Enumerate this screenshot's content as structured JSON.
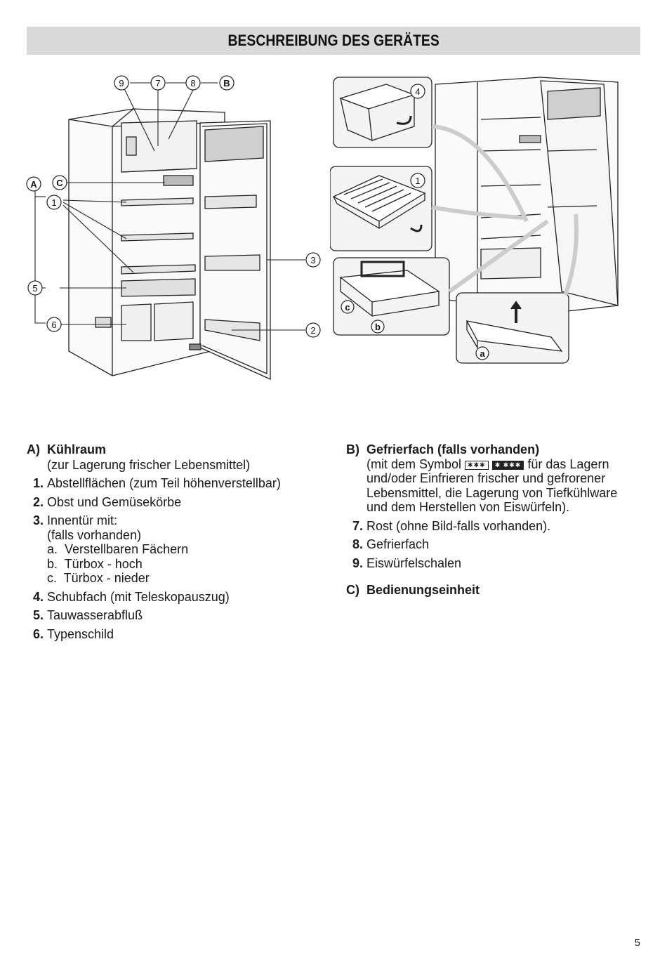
{
  "title": "BESCHREIBUNG DES GERÄTES",
  "callouts_left": {
    "n9": "9",
    "n7": "7",
    "n8": "8",
    "B": "B",
    "A": "A",
    "C": "C",
    "n1": "1",
    "n3": "3",
    "n5": "5",
    "n2": "2",
    "n6": "6"
  },
  "callouts_right": {
    "n4": "4",
    "n1": "1",
    "c": "c",
    "b": "b",
    "a": "a"
  },
  "section_a": {
    "label": "A)",
    "title": "Kühlraum",
    "subtitle": "(zur Lagerung frischer Lebensmittel)",
    "items": [
      {
        "num": "1.",
        "text": "Abstellflächen (zum Teil höhenverstellbar)"
      },
      {
        "num": "2.",
        "text": "Obst und Gemüsekörbe"
      },
      {
        "num": "3.",
        "text": "Innentür mit:",
        "sub": [
          "(falls vorhanden)",
          "a.  Verstellbaren Fächern",
          "b.  Türbox - hoch",
          "c.  Türbox - nieder"
        ]
      },
      {
        "num": "4.",
        "text": "Schubfach (mit Teleskopauszug)"
      },
      {
        "num": "5.",
        "text": "Tauwasserabfluß"
      },
      {
        "num": "6.",
        "text": "Typenschild"
      }
    ]
  },
  "section_b": {
    "label": "B)",
    "title": "Gefrierfach (falls vorhanden)",
    "desc_pre": "(mit dem Symbol",
    "symbol1": "✱✱✱",
    "symbol2": "✱ ✱✱✱",
    "desc_post": "für das Lagern",
    "desc_lines": [
      "und/oder Einfrieren frischer und gefrorener",
      "Lebensmittel, die Lagerung von Tiefkühlware",
      "und dem Herstellen von Eiswürfeln)."
    ],
    "items": [
      {
        "num": "7.",
        "text": "Rost (ohne Bild-falls vorhanden)."
      },
      {
        "num": "8.",
        "text": "Gefrierfach"
      },
      {
        "num": "9.",
        "text": "Eiswürfelschalen"
      }
    ]
  },
  "section_c": {
    "label": "C)",
    "title": "Bedienungseinheit"
  },
  "page_number": "5"
}
